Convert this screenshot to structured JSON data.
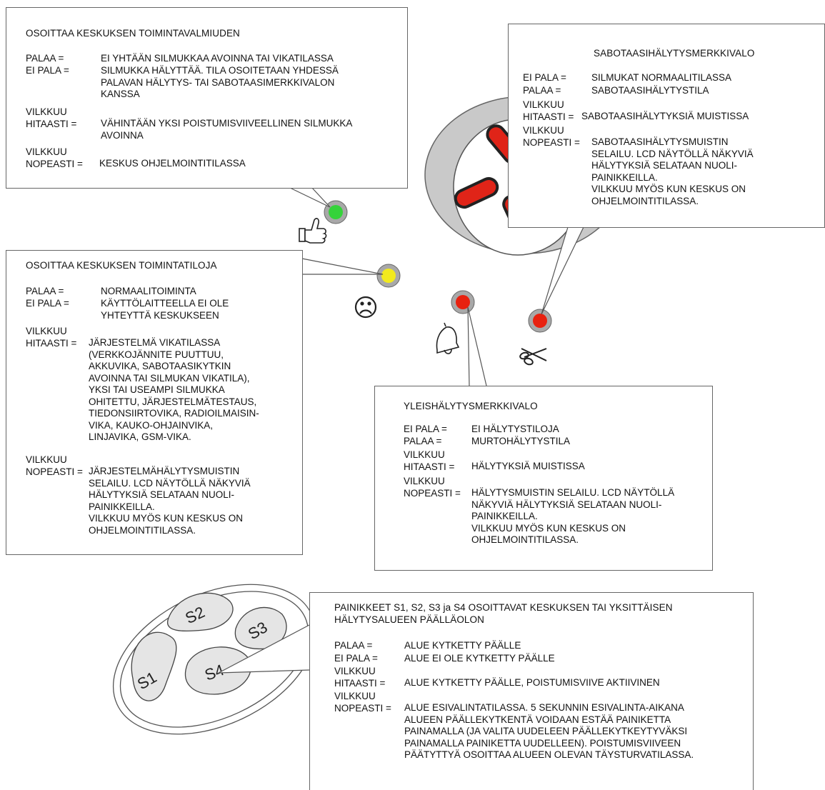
{
  "boxes": {
    "green": {
      "title": "OSOITTAA KESKUKSEN TOIMINTAVALMIUDEN",
      "rows": [
        {
          "k": "PALAA =",
          "v": "EI YHTÄÄN SILMUKKAA AVOINNA TAI VIKATILASSA"
        },
        {
          "k": "EI PALA =",
          "v": "SILMUKKA HÄLYTTÄÄ. TILA OSOITETAAN YHDESSÄ\nPALAVAN HÄLYTYS- TAI SABOTAASIMERKKIVALON\nKANSSA"
        },
        {
          "k": "VILKKUU\nHITAASTI =",
          "v": "VÄHINTÄÄN YKSI POISTUMISVIIVEELLINEN SILMUKKA\nAVOINNA"
        },
        {
          "k": "VILKKUU\nNOPEASTI =",
          "v": "KESKUS OHJELMOINTITILASSA"
        }
      ]
    },
    "sabotage": {
      "title": "SABOTAASIHÄLYTYSMERKKIVALO",
      "rows": [
        {
          "k": "EI PALA =",
          "v": "SILMUKAT NORMAALITILASSA"
        },
        {
          "k": "PALAA =",
          "v": "SABOTAASIHÄLYTYSTILA"
        },
        {
          "k": "VILKKUU\nHITAASTI =",
          "v": "SABOTAASIHÄLYTYKSIÄ MUISTISSA"
        },
        {
          "k": "VILKKUU\nNOPEASTI =",
          "v": "SABOTAASIHÄLYTYSMUISTIN\nSELAILU. LCD NÄYTÖLLÄ NÄKYVIÄ\nHÄLYTYKSIÄ SELATAAN NUOLI-\nPAINIKKEILLA.\nVILKKUU MYÖS KUN KESKUS ON\nOHJELMOINTITILASSA."
        }
      ]
    },
    "yellow": {
      "title": "OSOITTAA KESKUKSEN TOIMINTATILOJA",
      "rows": [
        {
          "k": "PALAA =",
          "v": "NORMAALITOIMINTA"
        },
        {
          "k": "EI PALA =",
          "v": "KÄYTTÖLAITTEELLA EI OLE\nYHTEYTTÄ KESKUKSEEN"
        },
        {
          "k": "VILKKUU\nHITAASTI =",
          "v": "JÄRJESTELMÄ VIKATILASSA\n(VERKKOJÄNNITE PUUTTUU,\nAKKUVIKA, SABOTAASIKYTKIN\nAVOINNA TAI SILMUKAN VIKATILA),\nYKSI TAI USEAMPI SILMUKKA\nOHITETTU, JÄRJESTELMÄTESTAUS,\nTIEDONSIIRTOVIKA, RADIOILMAISIN-\nVIKA, KAUKO-OHJAINVIKA,\nLINJAVIKA, GSM-VIKA."
        },
        {
          "k": "VILKKUU\nNOPEASTI =",
          "v": "JÄRJESTELMÄHÄLYTYSMUISTIN\nSELAILU. LCD NÄYTÖLLÄ NÄKYVIÄ\nHÄLYTYKSIÄ SELATAAN NUOLI-\nPAINIKKEILLA.\nVILKKUU MYÖS KUN KESKUS ON\nOHJELMOINTITILASSA."
        }
      ]
    },
    "alarm": {
      "title": "YLEISHÄLYTYSMERKKIVALO",
      "rows": [
        {
          "k": "EI PALA =",
          "v": "EI HÄLYTYSTILOJA"
        },
        {
          "k": "PALAA =",
          "v": "MURTOHÄLYTYSTILA"
        },
        {
          "k": "VILKKUU\nHITAASTI =",
          "v": "HÄLYTYKSIÄ MUISTISSA"
        },
        {
          "k": "VILKKUU\nNOPEASTI =",
          "v": "HÄLYTYSMUISTIN SELAILU. LCD NÄYTÖLLÄ\nNÄKYVIÄ HÄLYTYKSIÄ SELATAAN NUOLI-\nPAINIKKEILLA.\nVILKKUU MYÖS KUN KESKUS ON\nOHJELMOINTITILASSA."
        }
      ]
    },
    "buttons": {
      "title": "PAINIKKEET S1, S2, S3 ja S4 OSOITTAVAT KESKUKSEN TAI YKSITTÄISEN\nHÄLYTYSALUEEN PÄÄLLÄOLON",
      "rows": [
        {
          "k": "PALAA =",
          "v": "ALUE KYTKETTY PÄÄLLE"
        },
        {
          "k": "EI PALA =",
          "v": "ALUE EI OLE KYTKETTY PÄÄLLE"
        },
        {
          "k": "VILKKUU\nHITAASTI =",
          "v": "ALUE KYTKETTY PÄÄLLE, POISTUMISVIIVE AKTIIVINEN"
        },
        {
          "k": "VILKKUU\nNOPEASTI =",
          "v": "ALUE ESIVALINTATILASSA. 5 SEKUNNIN ESIVALINTA-AIKANA\nALUEEN PÄÄLLEKYTKENTÄ VOIDAAN ESTÄÄ PAINIKETTA\nPAINAMALLA (JA VALITA UUDELEEN PÄÄLLEKYTKEYTYVÄKSI\nPAINAMALLA PAINIKETTA UUDELLEEN). POISTUMISVIIVEEN\nPÄÄTYTTYÄ OSOITTAA ALUEEN OLEVAN TÄYSTURVATILASSA."
        }
      ]
    }
  },
  "keypad": {
    "labels": [
      "S1",
      "S2",
      "S3",
      "S4"
    ]
  },
  "colors": {
    "green_led": "#35d33a",
    "yellow_led": "#f2ea1e",
    "red_led": "#e8210f",
    "led_ring": "#9a9a9a",
    "border": "#666666"
  },
  "icons": [
    "thumbs-up-icon",
    "sad-face-icon",
    "bell-icon",
    "scissors-icon"
  ]
}
